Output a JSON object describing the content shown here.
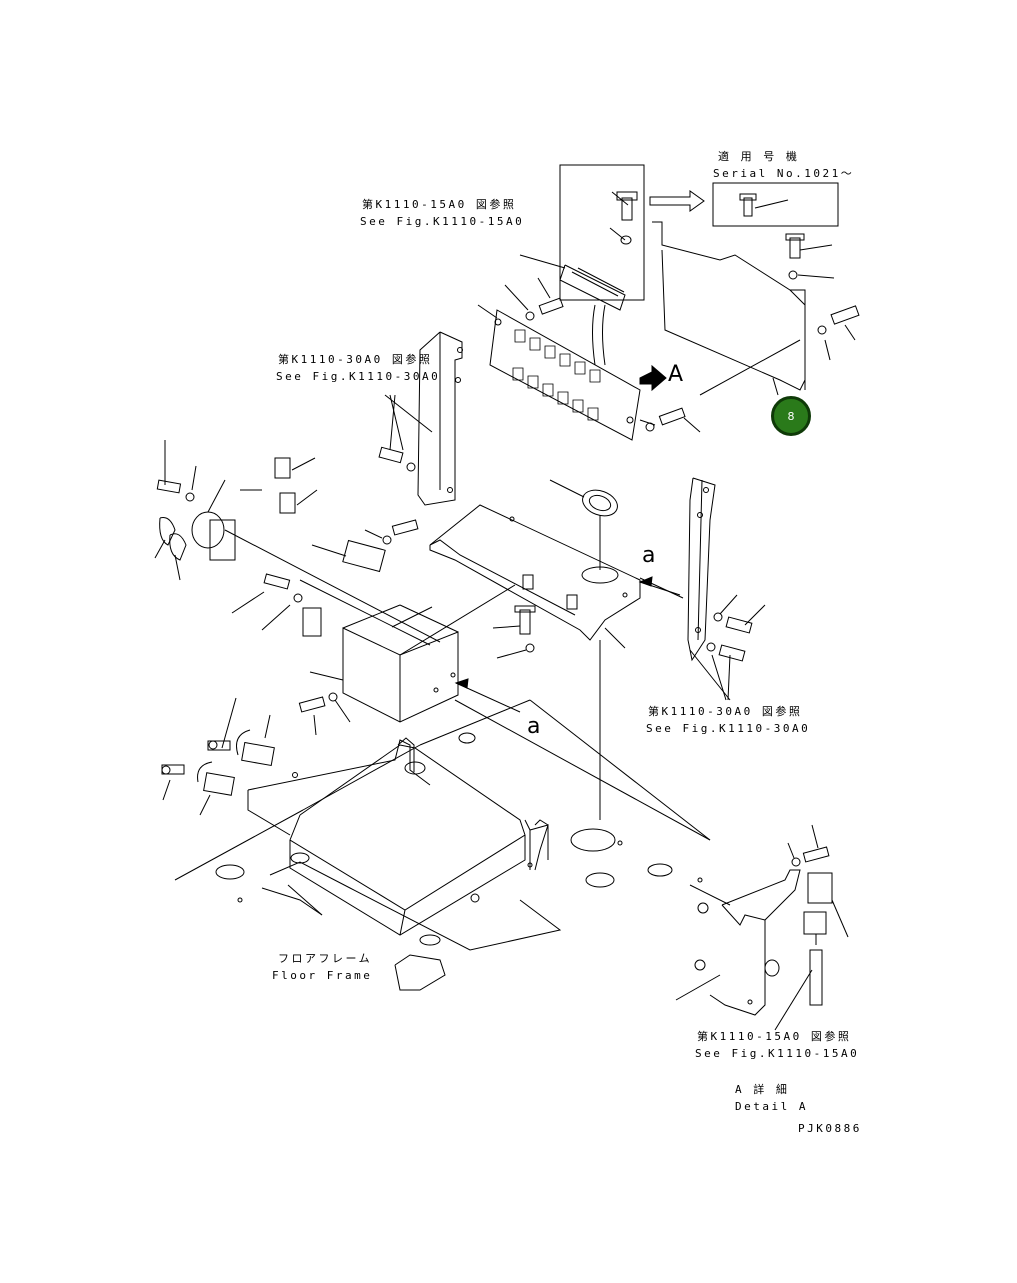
{
  "labels": {
    "applicable_jp": "適 用 号 機",
    "serial": "Serial No.1021～",
    "ref_15a0_top_jp": "第K1110-15A0 図参照",
    "ref_15a0_top_en": "See Fig.K1110-15A0",
    "ref_30a0_left_jp": "第K1110-30A0 図参照",
    "ref_30a0_left_en": "See Fig.K1110-30A0",
    "ref_30a0_right_jp": "第K1110-30A0 図参照",
    "ref_30a0_right_en": "See Fig.K1110-30A0",
    "floor_frame_jp": "フロアフレーム",
    "floor_frame_en": "Floor Frame",
    "ref_15a0_bottom_jp": "第K1110-15A0 図参照",
    "ref_15a0_bottom_en": "See Fig.K1110-15A0",
    "detail_jp": "A 詳 細",
    "detail_en": "Detail A",
    "drawing_no": "PJK0886",
    "view_A": "A",
    "mark_a_1": "a",
    "mark_a_2": "a"
  },
  "badge": {
    "value": "8",
    "color": "#2a7a1a"
  }
}
